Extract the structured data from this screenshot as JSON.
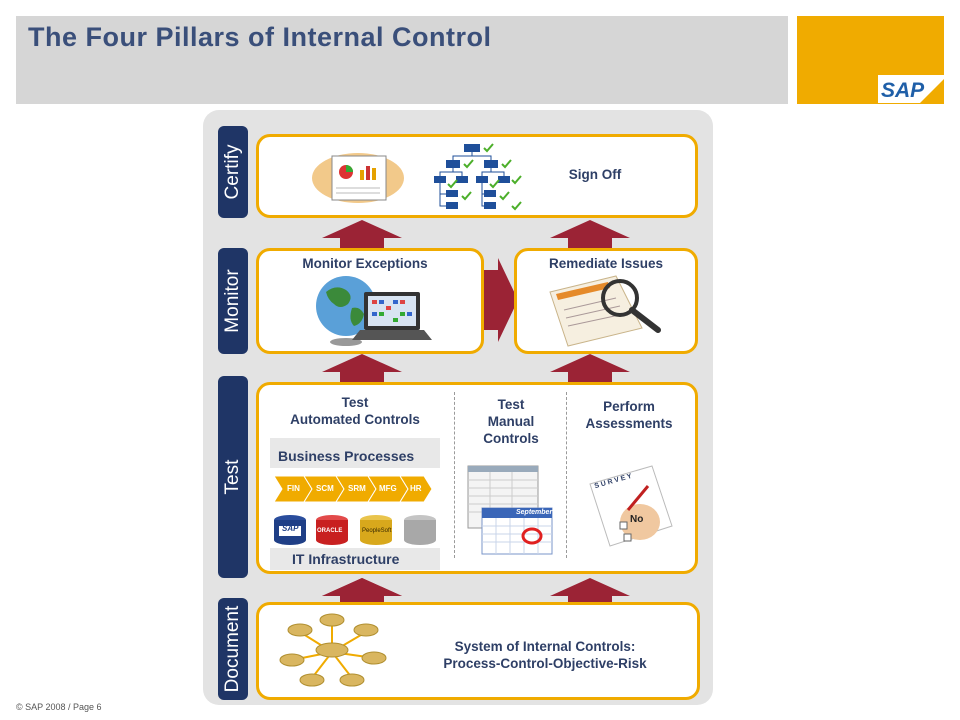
{
  "title": "The Four Pillars of Internal Control",
  "logo_text": "SAP",
  "pillars": {
    "certify": "Certify",
    "monitor": "Monitor",
    "test": "Test",
    "document": "Document"
  },
  "certify": {
    "sign_off": "Sign Off"
  },
  "monitor": {
    "exceptions": "Monitor Exceptions",
    "remediate": "Remediate Issues"
  },
  "test": {
    "automated_line1": "Test",
    "automated_line2": "Automated Controls",
    "manual_line1": "Test",
    "manual_line2": "Manual",
    "manual_line3": "Controls",
    "assess_line1": "Perform",
    "assess_line2": "Assessments",
    "business_processes": "Business Processes",
    "process_steps": [
      "FIN",
      "SCM",
      "SRM",
      "MFG",
      "HR"
    ],
    "it_infrastructure": "IT Infrastructure",
    "systems": [
      "SAP",
      "ORACLE",
      "PeopleSoft"
    ],
    "calendar_month": "September",
    "survey_title": "S U R V E Y",
    "survey_no": "No"
  },
  "document": {
    "line1": "System of Internal Controls:",
    "line2": "Process-Control-Objective-Risk"
  },
  "footer": "© SAP 2008 / Page 6",
  "colors": {
    "navy": "#1f3566",
    "gold": "#f0ab00",
    "arrow": "#9b2335",
    "text": "#2e3f66"
  }
}
